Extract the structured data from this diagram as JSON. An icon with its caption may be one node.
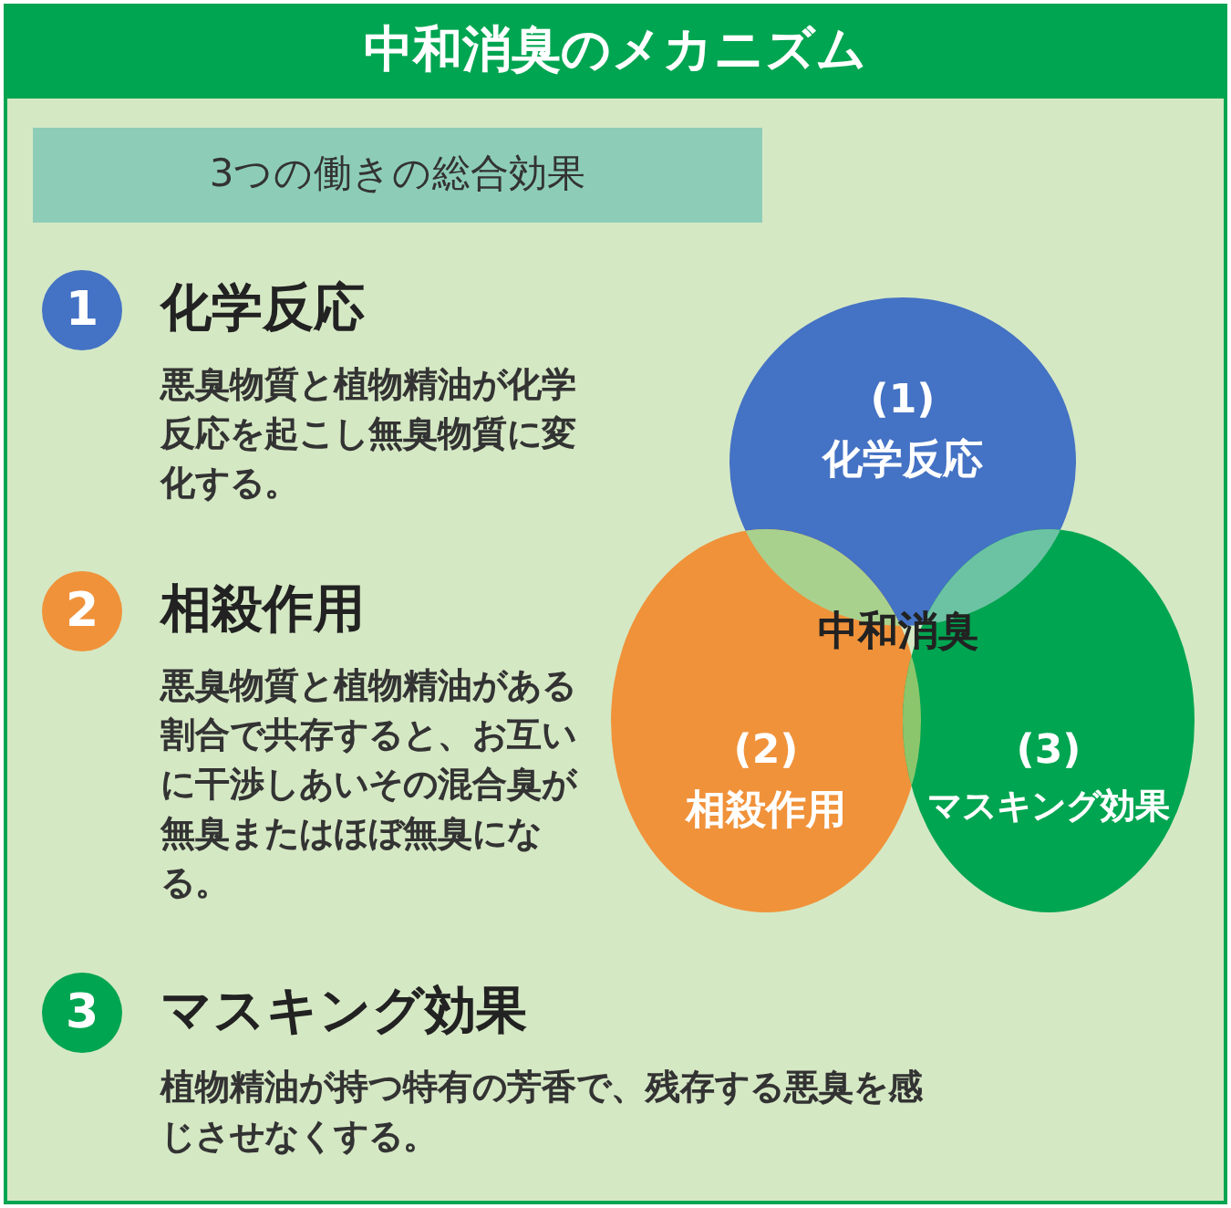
{
  "diagram": {
    "title": "中和消臭のメカニズム",
    "nodes": [
      {
        "text": [
          "3つの働きの総合効果"
        ]
      },
      {
        "text": [
          "1"
        ],
        "beside": [
          "化学反応",
          "悪臭物質と植物精油が化学反応を起こし無臭物質に変化する。"
        ]
      },
      {
        "text": [
          "2"
        ],
        "beside": [
          "相殺作用",
          "悪臭物質と植物精油がある割合で共存すると、お互いに干渉しあいその混合臭が無臭またはほぼ無臭になる。"
        ]
      },
      {
        "text": [
          "3"
        ],
        "beside": [
          "マスキング効果",
          "植物精油が持つ特有の芳香で、残存する悪臭を感じさせなくする。"
        ]
      },
      {
        "text": [
          "(1)",
          "化学反応"
        ]
      },
      {
        "text": [
          "(2)",
          "相殺作用"
        ]
      },
      {
        "text": [
          "(3)",
          "マスキング効果"
        ]
      }
    ],
    "labels": [
      "中和消臭"
    ]
  }
}
